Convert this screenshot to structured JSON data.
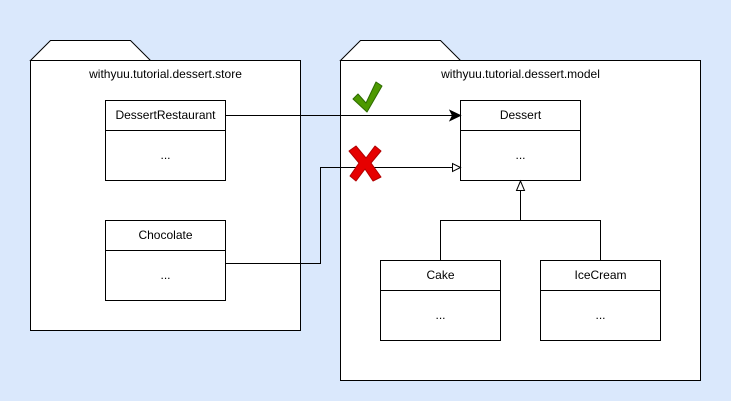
{
  "packages": {
    "store": {
      "name": "withyuu.tutorial.dessert.store"
    },
    "model": {
      "name": "withyuu.tutorial.dessert.model"
    }
  },
  "classes": {
    "dessert_restaurant": {
      "name": "DessertRestaurant",
      "body": "..."
    },
    "chocolate": {
      "name": "Chocolate",
      "body": "..."
    },
    "dessert": {
      "name": "Dessert",
      "body": "..."
    },
    "cake": {
      "name": "Cake",
      "body": "..."
    },
    "ice_cream": {
      "name": "IceCream",
      "body": "..."
    }
  },
  "markers": {
    "allowed": {
      "icon": "check-mark-icon",
      "color": "#4d9900"
    },
    "forbidden": {
      "icon": "cross-mark-icon",
      "color": "#e60000"
    }
  },
  "colors": {
    "background": "#dae8fc",
    "fill": "#ffffff",
    "stroke": "#000000"
  }
}
